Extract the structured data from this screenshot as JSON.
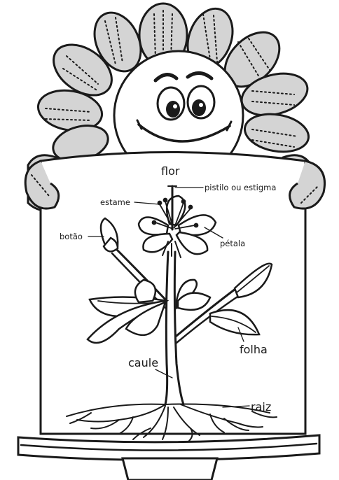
{
  "labels": {
    "flor": "flor",
    "pistilo": "pistilo ou estigma",
    "estame": "estame",
    "botao": "botão",
    "petala": "pétala",
    "folha": "folha",
    "caule": "caule",
    "raiz": "raiz"
  },
  "colors": {
    "ink": "#1a1a1a",
    "petal_fill": "#d4d4d4",
    "paper": "#ffffff"
  }
}
